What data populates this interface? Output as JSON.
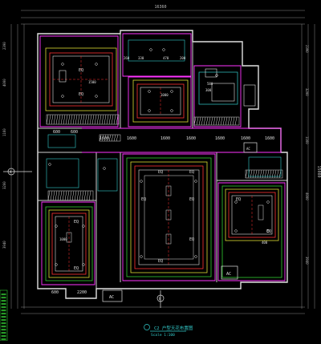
{
  "drawing": {
    "title": "C2 户型天花布置图",
    "scale": "Scale 1:100",
    "overall_dim": "16360",
    "left_dims": [
      "2390",
      "4000",
      "1160",
      "3200",
      "3940"
    ],
    "right_dims": [
      "2390",
      "3200",
      "1160",
      "4000",
      "3940"
    ],
    "right_total": "15080",
    "room_dims": [
      "600",
      "600",
      "1600",
      "1600",
      "1600",
      "1600",
      "1600",
      "1600",
      "1600",
      "2200",
      "600"
    ],
    "small_dims": [
      "260",
      "330",
      "470",
      "200",
      "1500",
      "1000",
      "300",
      "580",
      "1000",
      "400"
    ],
    "room_labels": [
      "EQ",
      "EQ",
      "EQ",
      "EQ",
      "EQ",
      "EQ",
      "EQ",
      "EQ",
      "EQ",
      "EQ",
      "EQ",
      "EQ"
    ],
    "ac_labels": [
      "AC",
      "AC",
      "AC"
    ],
    "axis_marks": [
      "A",
      "B"
    ]
  },
  "colors": {
    "background": "#000000",
    "wall_white": "#e8e8e8",
    "magenta": "#ff33ff",
    "red": "#ff3333",
    "green": "#33cc33",
    "cyan": "#33cccc",
    "yellow": "#dddd33",
    "dim_gray": "#9a9a9a"
  }
}
